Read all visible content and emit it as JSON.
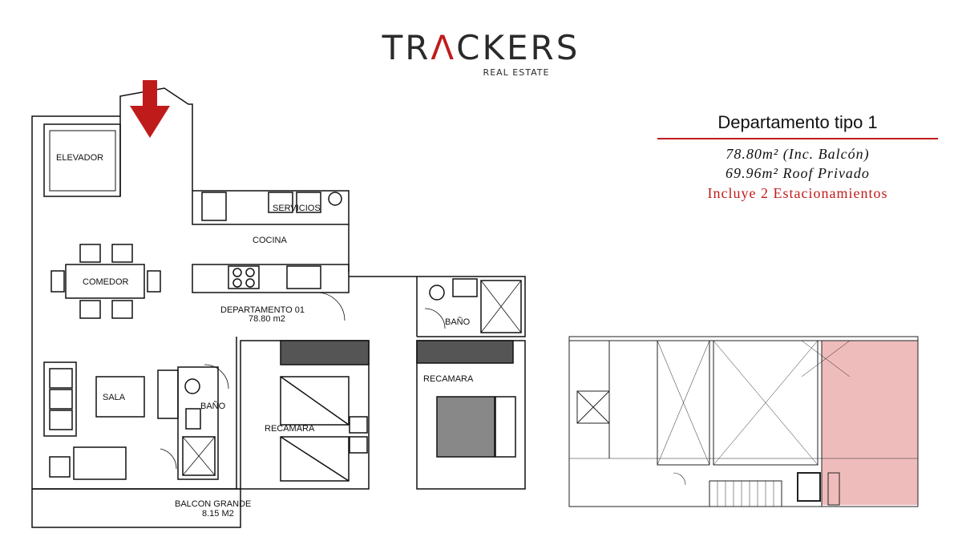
{
  "brand": {
    "name_prefix": "TR",
    "name_accent": "Λ",
    "name_suffix": "CKERS",
    "subtitle": "REAL ESTATE",
    "accent_color": "#c01b1b"
  },
  "unit_info": {
    "title": "Departamento tipo 1",
    "area_total": "78.80m² (Inc. Balcón)",
    "area_roof": "69.96m² Roof Privado",
    "parking": "Incluye 2 Estacionamientos"
  },
  "floor_plan": {
    "rooms": {
      "elevator": "ELEVADOR",
      "services": "SERVICIOS",
      "kitchen": "COCINA",
      "dining": "COMEDOR",
      "apartment_name": "DEPARTAMENTO 01",
      "apartment_area": "78.80 m2",
      "bath_1": "BAÑO",
      "bath_2": "BAÑO",
      "living": "SALA",
      "bedroom_1": "RECAMARA",
      "bedroom_2": "RECAMARA",
      "balcony": "BALCON GRANDE",
      "balcony_area": "8.15 M2"
    },
    "entry_arrow_icon": "down-arrow-icon",
    "highlight_color": "#e8b4b4"
  },
  "roof_plan": {
    "highlighted_zone_color": "#efbcbc"
  }
}
